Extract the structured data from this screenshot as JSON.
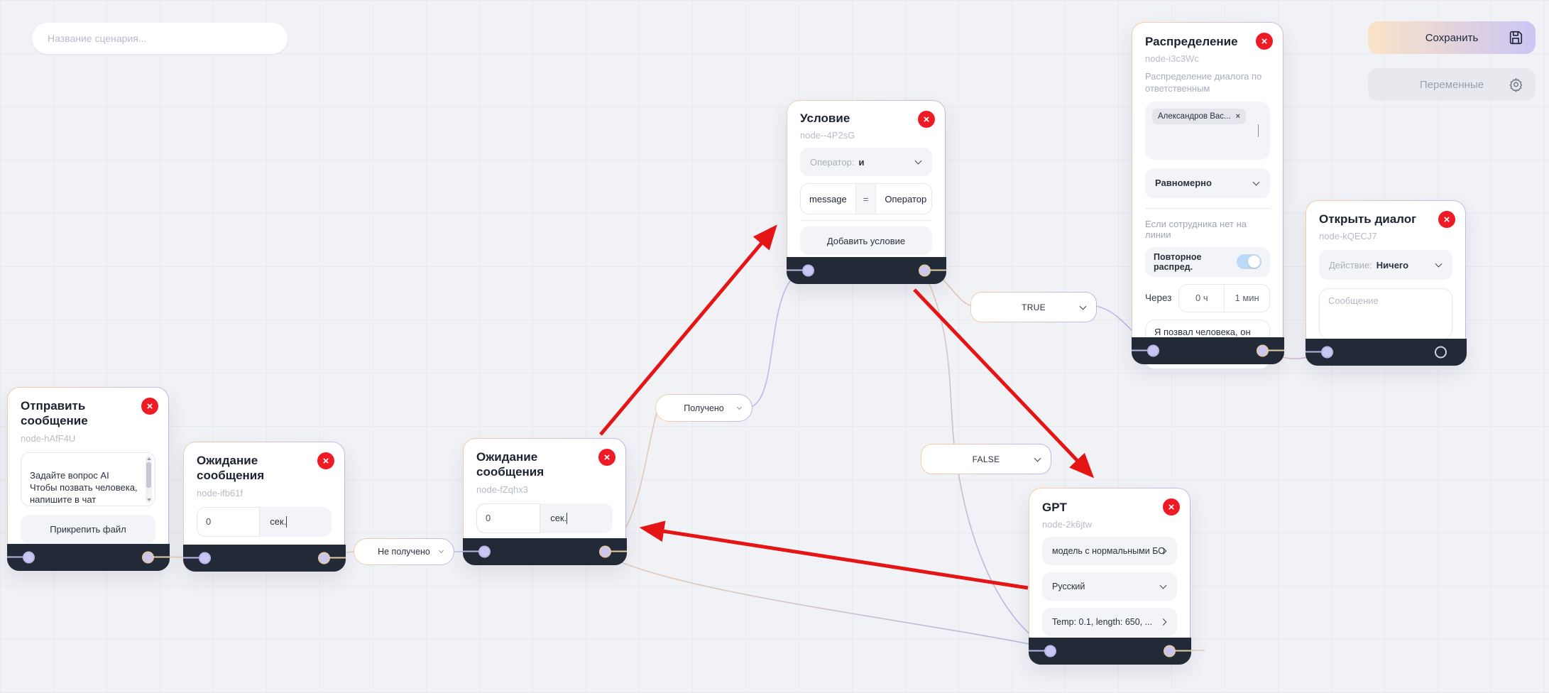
{
  "toolbar": {
    "scenario_name_placeholder": "Название сценария...",
    "save_label": "Сохранить",
    "variables_label": "Переменные"
  },
  "edge_labels": {
    "true": "TRUE",
    "false": "FALSE",
    "received": "Получено",
    "not_received": "Не получено"
  },
  "nodes": {
    "send_message": {
      "title": "Отправить сообщение",
      "id": "node-hAfF4U",
      "message": "Задайте вопрос AI\nЧтобы позвать человека, напишите в чат «Оператор».",
      "attach_button": "Прикрепить файл"
    },
    "wait1": {
      "title": "Ожидание сообщения",
      "id": "node-ifb61f",
      "value": "0",
      "unit": "сек."
    },
    "wait2": {
      "title": "Ожидание сообщения",
      "id": "node-fZqhx3",
      "value": "0",
      "unit": "сек."
    },
    "condition": {
      "title": "Условие",
      "id": "node--4P2sG",
      "operator_label": "Оператор:",
      "operator_value": "и",
      "field": "message",
      "comparator": "=",
      "value": "Оператор",
      "add_button": "Добавить условие"
    },
    "distribution": {
      "title": "Распределение",
      "id": "node-i3c3Wc",
      "description": "Распределение диалога по ответственным",
      "assignee_tag": "Александров Вас...",
      "mode": "Равномерно",
      "offline_label": "Если сотрудника нет на линии",
      "retry_label": "Повторное распред.",
      "delay_label": "Через",
      "hours": "0 ч",
      "minutes": "1 мин",
      "message": "Я позвал человека, он скоро подключится."
    },
    "open_dialog": {
      "title": "Открыть диалог",
      "id": "node-kQECJ7",
      "action_label": "Действие:",
      "action_value": "Ничего",
      "message_placeholder": "Сообщение"
    },
    "gpt": {
      "title": "GPT",
      "id": "node-2k6jtw",
      "model": "модель с нормальными БО",
      "language": "Русский",
      "params": "Temp: 0.1, length: 650, ..."
    }
  },
  "colors": {
    "accent_red": "#ee1b24",
    "arrow_red": "#e51515",
    "edge_orange": "#e8cdb2",
    "edge_lavender": "#b9b7e8",
    "footer_dark": "#222937",
    "toggle_blue": "#bdd9f8",
    "check_blue": "#2f9cf4"
  }
}
